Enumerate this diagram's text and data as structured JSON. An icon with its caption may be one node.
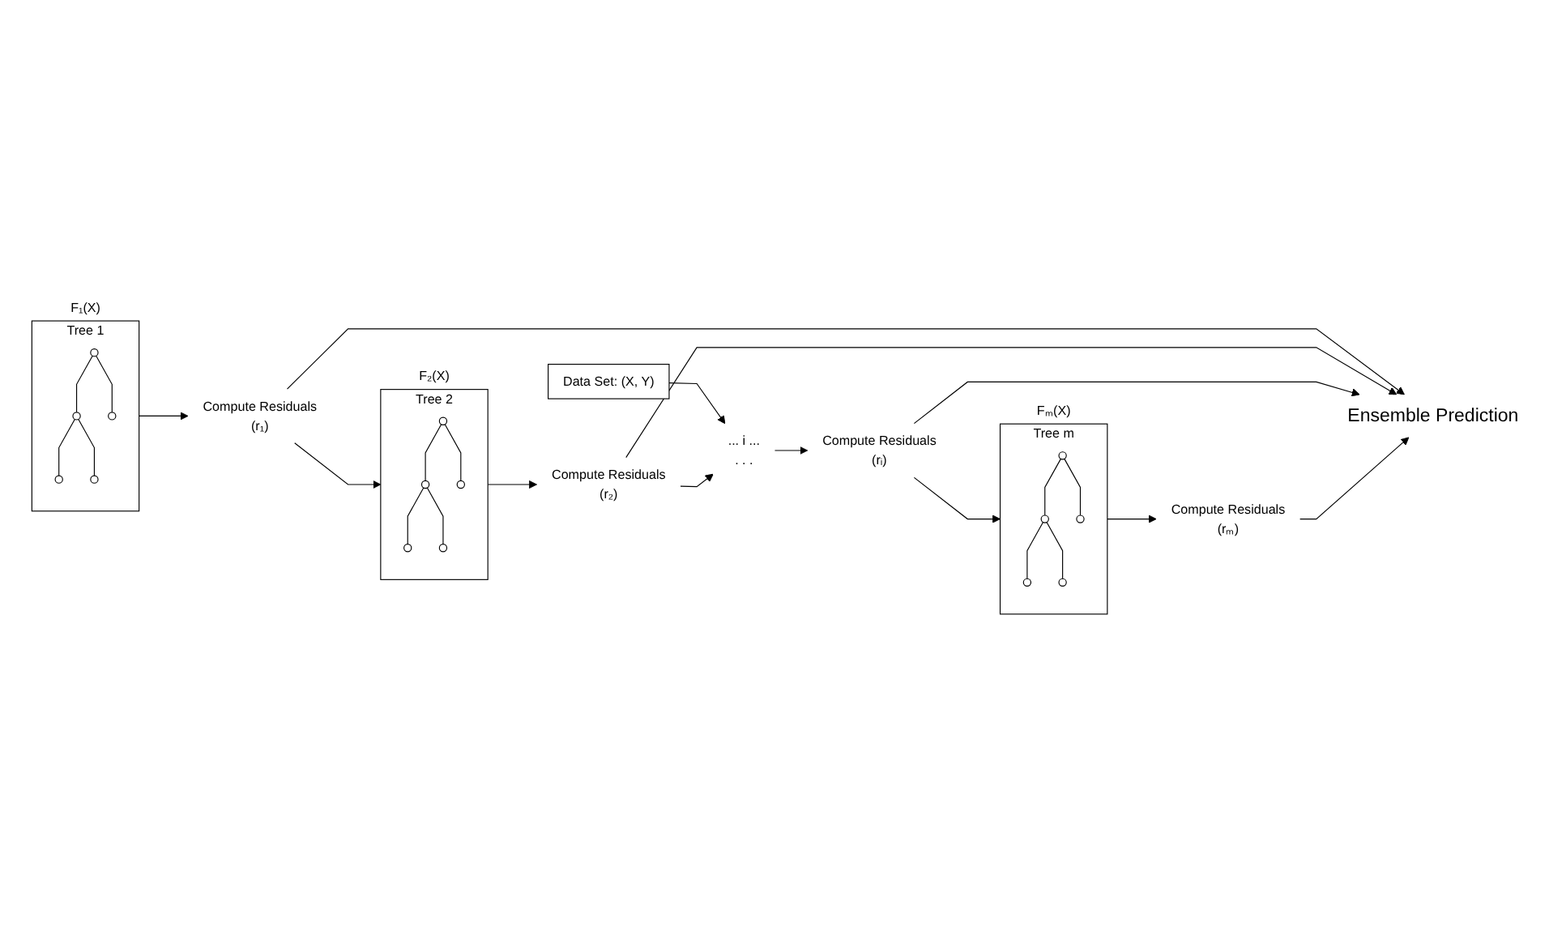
{
  "diagram": {
    "nodes": [
      {
        "text": [
          "Data Set: (X, Y)"
        ]
      },
      {
        "text": [
          "Tree 1"
        ],
        "beside": [
          "F₁(X)"
        ]
      },
      {
        "text": [],
        "shape": "circle",
        "in": 1
      },
      {
        "text": [],
        "shape": "circle",
        "in": 1
      },
      {
        "text": [],
        "shape": "circle",
        "in": 1
      },
      {
        "text": [],
        "shape": "circle",
        "in": 1
      },
      {
        "text": [],
        "shape": "circle",
        "in": 1
      },
      {
        "text": [
          "Tree 2"
        ],
        "beside": [
          "F₂(X)"
        ]
      },
      {
        "text": [],
        "shape": "circle",
        "in": 7
      },
      {
        "text": [],
        "shape": "circle",
        "in": 7
      },
      {
        "text": [],
        "shape": "circle",
        "in": 7
      },
      {
        "text": [],
        "shape": "circle",
        "in": 7
      },
      {
        "text": [],
        "shape": "circle",
        "in": 7
      },
      {
        "text": [
          "... i ...",
          ". . ."
        ]
      },
      {
        "text": [
          "Tree m"
        ],
        "beside": [
          "Fₘ(X)"
        ]
      },
      {
        "text": [],
        "shape": "circle",
        "in": 14
      },
      {
        "text": [],
        "shape": "circle",
        "in": 14
      },
      {
        "text": [],
        "shape": "circle",
        "in": 14
      },
      {
        "text": [],
        "shape": "circle",
        "in": 14
      },
      {
        "text": [],
        "shape": "circle",
        "in": 14
      },
      {
        "text": [
          "Compute Residuals",
          "(r₁)"
        ]
      },
      {
        "text": [
          "Compute Residuals",
          "(r₂)"
        ]
      },
      {
        "text": [
          "Compute Residuals",
          "(rᵢ)"
        ]
      },
      {
        "text": [
          "Compute Residuals",
          "(rₘ)"
        ]
      },
      {
        "text": [
          "Ensemble Prediction"
        ]
      }
    ],
    "edges": [
      {
        "from": 0,
        "to": 13,
        "arrow": "to"
      },
      {
        "from": 2,
        "to": 3,
        "arrow": "none"
      },
      {
        "from": 2,
        "to": 4,
        "arrow": "none"
      },
      {
        "from": 3,
        "to": 5,
        "arrow": "none"
      },
      {
        "from": 3,
        "to": 6,
        "arrow": "none"
      },
      {
        "from": 8,
        "to": 9,
        "arrow": "none"
      },
      {
        "from": 8,
        "to": 10,
        "arrow": "none"
      },
      {
        "from": 9,
        "to": 11,
        "arrow": "none"
      },
      {
        "from": 9,
        "to": 12,
        "arrow": "none"
      },
      {
        "from": 15,
        "to": 16,
        "arrow": "none"
      },
      {
        "from": 15,
        "to": 17,
        "arrow": "none"
      },
      {
        "from": 16,
        "to": 18,
        "arrow": "none"
      },
      {
        "from": 16,
        "to": 19,
        "arrow": "none"
      },
      {
        "from": 1,
        "to": 20,
        "arrow": "to"
      },
      {
        "from": 7,
        "to": 21,
        "arrow": "to"
      },
      {
        "from": 13,
        "to": 22,
        "arrow": "to"
      },
      {
        "from": 14,
        "to": 23,
        "arrow": "to"
      },
      {
        "from": 20,
        "to": 7,
        "arrow": "to"
      },
      {
        "from": 21,
        "to": 13,
        "arrow": "to"
      },
      {
        "from": 22,
        "to": 14,
        "arrow": "to"
      },
      {
        "from": 20,
        "to": 24,
        "arrow": "to"
      },
      {
        "from": 21,
        "to": 24,
        "arrow": "to"
      },
      {
        "from": 22,
        "to": 24,
        "arrow": "to"
      },
      {
        "from": 23,
        "to": 24,
        "arrow": "to"
      }
    ]
  }
}
